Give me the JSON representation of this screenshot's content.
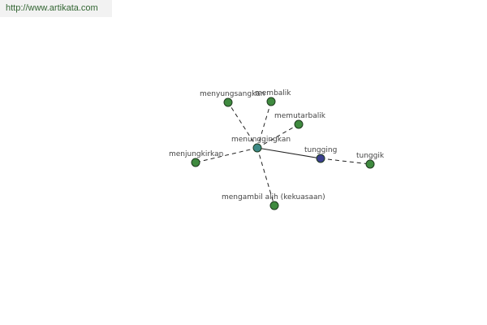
{
  "url": "http://www.artikata.com",
  "colors": {
    "center_node": "#3d8a86",
    "hub_node": "#3b3f8f",
    "leaf_node": "#3f8a3f",
    "node_stroke": "#1f3a1f"
  },
  "nodes": {
    "center": {
      "label": "menunggingkan"
    },
    "menyungsangkan": {
      "label": "menyungsangkan"
    },
    "membalik": {
      "label": "membalik"
    },
    "memutarbalik": {
      "label": "memutarbalik"
    },
    "menjungkirkan": {
      "label": "menjungkirkan"
    },
    "mengambil_alih": {
      "label": "mengambil alih (kekuasaan)"
    },
    "tungging": {
      "label": "tungging"
    },
    "tunggik": {
      "label": "tunggik"
    }
  }
}
